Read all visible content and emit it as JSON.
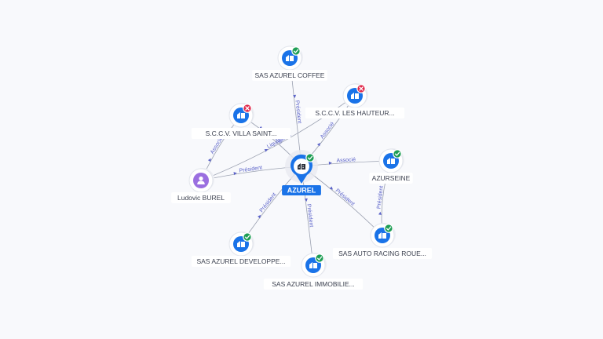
{
  "colors": {
    "company_blue": "#1a73e8",
    "person_purple": "#9b6fe0",
    "status_active": "#1e9e55",
    "status_inactive": "#e0284a",
    "edge_label": "#5b63c9"
  },
  "center": {
    "label": "AZUREL",
    "icon": "building-icon",
    "status": "active"
  },
  "nodes": [
    {
      "id": "coffee",
      "label": "SAS AZUREL COFFEE",
      "type": "company",
      "icon": "building-icon",
      "status": "active"
    },
    {
      "id": "hauteurs",
      "label": "S.C.C.V. LES HAUTEUR...",
      "type": "company",
      "icon": "building-icon",
      "status": "inactive"
    },
    {
      "id": "villa",
      "label": "S.C.C.V. VILLA SAINT...",
      "type": "company",
      "icon": "building-icon",
      "status": "inactive"
    },
    {
      "id": "azurseine",
      "label": "AZURSEINE",
      "type": "company",
      "icon": "building-icon",
      "status": "active"
    },
    {
      "id": "ludovic",
      "label": "Ludovic BUREL",
      "type": "person",
      "icon": "person-icon",
      "status": "none"
    },
    {
      "id": "developpe",
      "label": "SAS AZUREL DEVELOPPE...",
      "type": "company",
      "icon": "building-icon",
      "status": "active"
    },
    {
      "id": "racing",
      "label": "SAS AUTO RACING ROUE...",
      "type": "company",
      "icon": "building-icon",
      "status": "active"
    },
    {
      "id": "immobilie",
      "label": "SAS AZUREL IMMOBILIE...",
      "type": "company",
      "icon": "building-icon",
      "status": "active"
    }
  ],
  "edges": [
    {
      "from": "center",
      "to": "coffee",
      "label": "Président"
    },
    {
      "from": "center",
      "to": "hauteurs",
      "label": "Associé"
    },
    {
      "from": "center",
      "to": "villa",
      "label": "Associé"
    },
    {
      "from": "center",
      "to": "azurseine",
      "label": "Associé"
    },
    {
      "from": "ludovic",
      "to": "center",
      "label": "Président"
    },
    {
      "from": "center",
      "to": "developpe",
      "label": "Président"
    },
    {
      "from": "center",
      "to": "racing",
      "label": "Président"
    },
    {
      "from": "center",
      "to": "immobilie",
      "label": "Président"
    },
    {
      "from": "ludovic",
      "to": "hauteurs",
      "label": "Liquidateur"
    },
    {
      "from": "ludovic",
      "to": "villa",
      "label": "Associé"
    },
    {
      "from": "azurseine",
      "to": "racing",
      "label": "Président"
    }
  ]
}
